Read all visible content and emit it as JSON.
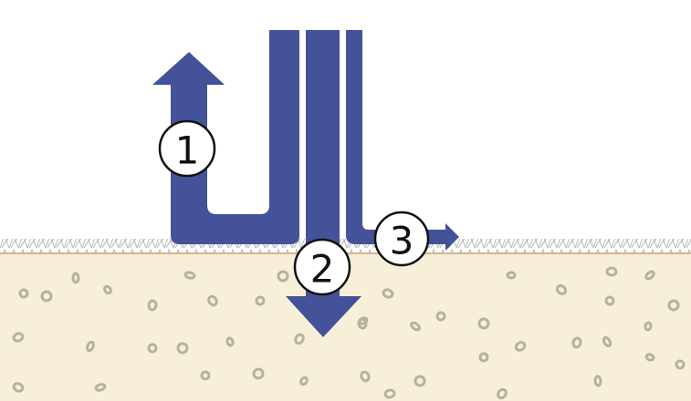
{
  "colors": {
    "flow": "#445299",
    "soil": "#f7efd8",
    "pebble": "#b6b19e",
    "grass": "#a9b3b6",
    "ground_line": "#d8b48e"
  },
  "labels": [
    {
      "id": "flow-1",
      "text": "1"
    },
    {
      "id": "flow-2",
      "text": "2"
    },
    {
      "id": "flow-3",
      "text": "3"
    }
  ]
}
